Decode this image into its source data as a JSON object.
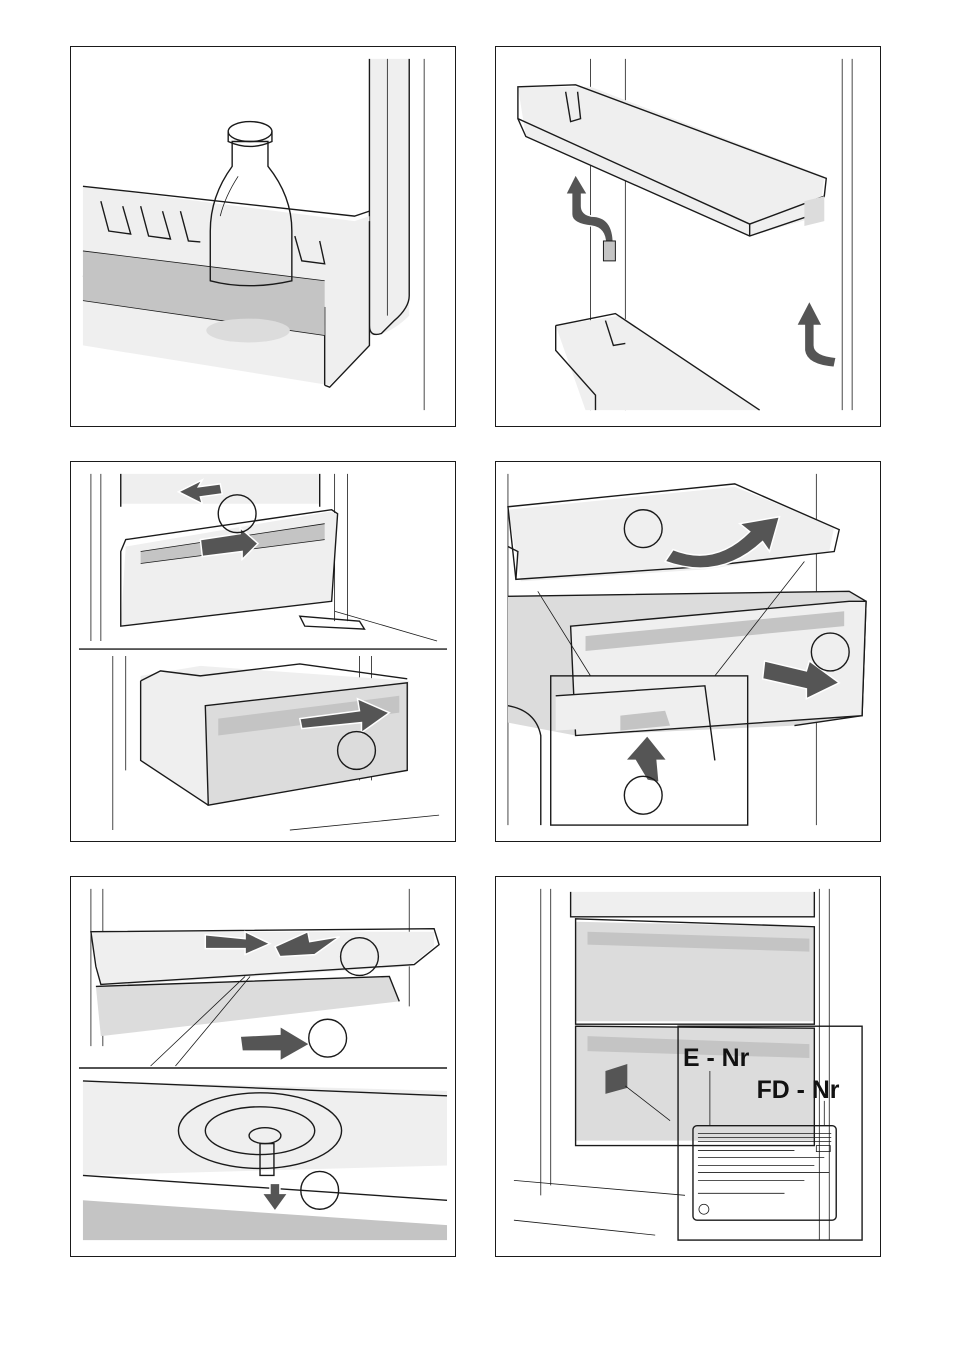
{
  "panels": [
    {
      "id": "door-shelf-bottle"
    },
    {
      "id": "door-shelf-removal"
    },
    {
      "id": "drawer-removal"
    },
    {
      "id": "shelf-drawer-release"
    },
    {
      "id": "shelf-pin-removal"
    },
    {
      "id": "rating-plate"
    }
  ],
  "rating_plate": {
    "e_nr_label": "E - Nr",
    "fd_nr_label": "FD - Nr"
  },
  "colors": {
    "line": "#1a1a1a",
    "arrow": "#555555",
    "panel_fill": "#efefef"
  }
}
